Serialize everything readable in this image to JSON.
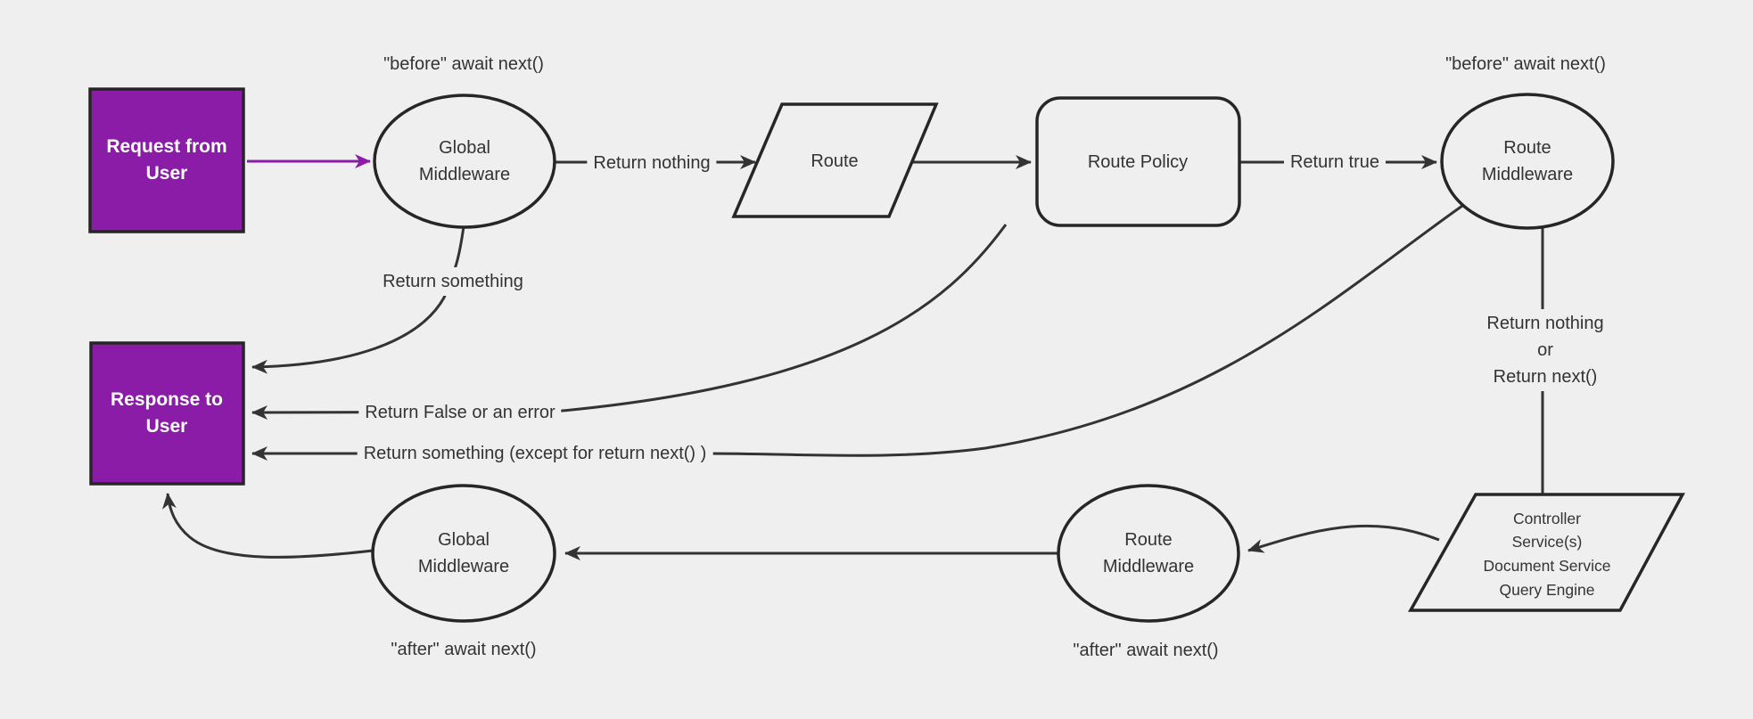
{
  "diagram": {
    "title": "Request and response lifecycle middleware flowchart",
    "colors": {
      "background": "#efefef",
      "node_fill": "#efefef",
      "accent_purple": "#8a1ca8",
      "stroke_dark": "#262626",
      "edge_stroke": "#333333",
      "label_text": "#333333",
      "io_text": "#ffffff"
    },
    "nodes": {
      "request": {
        "label": "Request from\nUser"
      },
      "response": {
        "label": "Response to\nUser"
      },
      "global_middleware_top": {
        "label": "Global\nMiddleware"
      },
      "route": {
        "label": "Route"
      },
      "route_policy": {
        "label": "Route Policy"
      },
      "route_middleware_top": {
        "label": "Route\nMiddleware"
      },
      "controller": {
        "label": "Controller\nService(s)\nDocument Service\nQuery Engine"
      },
      "route_middleware_bottom": {
        "label": "Route\nMiddleware"
      },
      "global_middleware_bottom": {
        "label": "Global\nMiddleware"
      }
    },
    "edge_labels": {
      "before_await_left": "\"before\" await next()",
      "before_await_right": "\"before\" await next()",
      "return_nothing": "Return nothing",
      "return_true": "Return true",
      "return_something": "Return something",
      "return_false_or_error": "Return False or an error",
      "return_something_except": "Return something (except for return next() )",
      "return_nothing_or_next": "Return nothing\nor\nReturn next()",
      "after_await_left": "\"after\" await next()",
      "after_await_right": "\"after\" await next()"
    }
  }
}
